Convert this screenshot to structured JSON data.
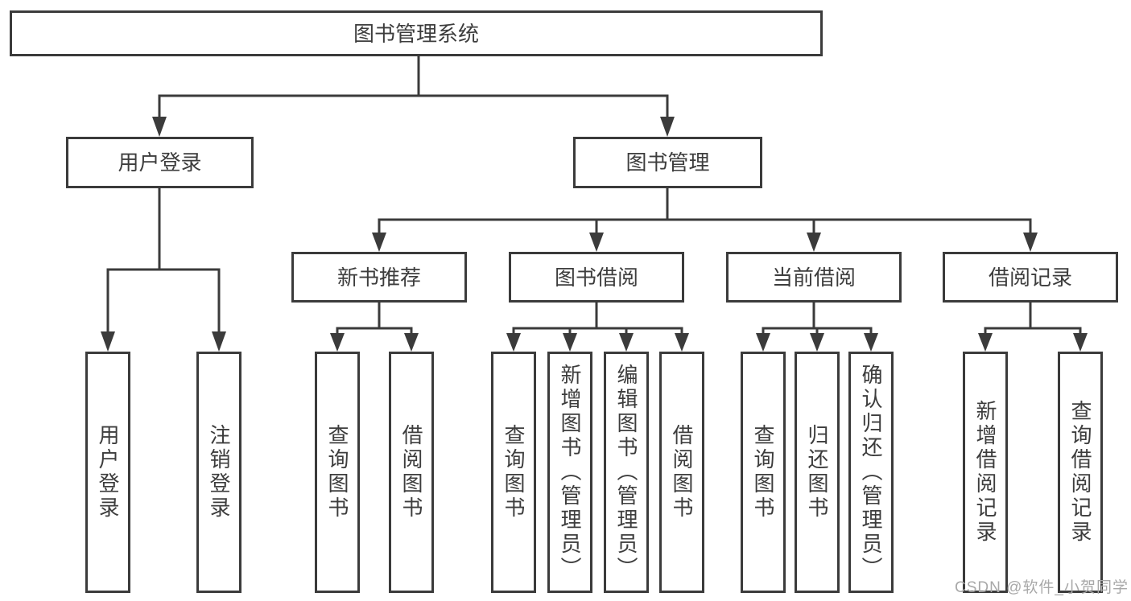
{
  "colors": {
    "line": "#3b3b3b",
    "text": "#3d3d3d",
    "background": "#ffffff",
    "watermark": "#a8a8a8"
  },
  "diagram": {
    "root": {
      "label": "图书管理系统"
    },
    "user_login": {
      "label": "用户登录",
      "children": [
        "用户登录",
        "注销登录"
      ]
    },
    "book_management": {
      "label": "图书管理",
      "sections": [
        {
          "label": "新书推荐",
          "children": [
            "查询图书",
            "借阅图书"
          ]
        },
        {
          "label": "图书借阅",
          "children": [
            "查询图书",
            "新增图书（管理员）",
            "编辑图书（管理员）",
            "借阅图书"
          ]
        },
        {
          "label": "当前借阅",
          "children": [
            "查询图书",
            "归还图书",
            "确认归还（管理员）"
          ]
        },
        {
          "label": "借阅记录",
          "children": [
            "新增借阅记录",
            "查询借阅记录"
          ]
        }
      ]
    }
  },
  "watermark": {
    "text": "CSDN @软件_小贺同学"
  }
}
